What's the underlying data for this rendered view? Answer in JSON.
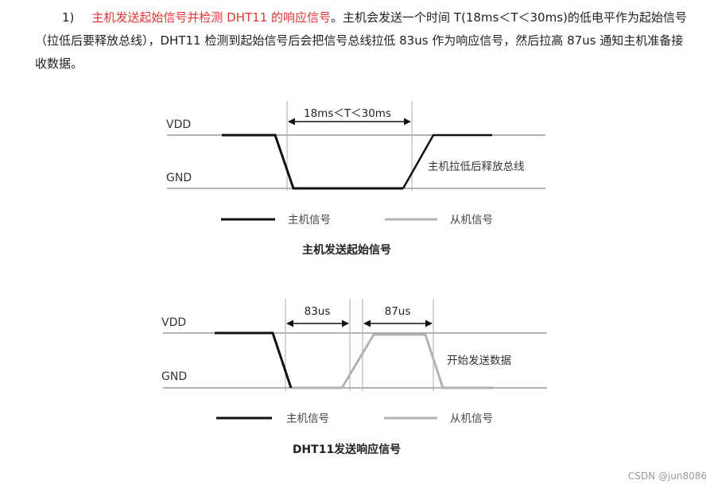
{
  "paragraph": {
    "number": "1)",
    "highlight": "主机发送起始信号并检测 DHT11 的响应信号",
    "body": "。主机会发送一个时间 T(18ms＜T＜30ms)的低电平作为起始信号（拉低后要释放总线），DHT11 检测到起始信号后会把信号总线拉低 83us 作为响应信号，然后拉高 87us 通知主机准备接收数据。"
  },
  "diagram1": {
    "vdd_label": "VDD",
    "gnd_label": "GND",
    "interval_label": "18ms＜T＜30ms",
    "annotation": "主机拉低后释放总线",
    "legend_host": "主机信号",
    "legend_slave": "从机信号",
    "caption": "主机发送起始信号"
  },
  "diagram2": {
    "vdd_label": "VDD",
    "gnd_label": "GND",
    "interval1_label": "83us",
    "interval2_label": "87us",
    "annotation": "开始发送数据",
    "legend_host": "主机信号",
    "legend_slave": "从机信号",
    "caption": "DHT11发送响应信号"
  },
  "colors": {
    "highlight": "#e53333",
    "host_line": "#111111",
    "slave_line": "#b3b3b3",
    "rail_line": "#999999"
  },
  "watermark": "CSDN @jun8086"
}
